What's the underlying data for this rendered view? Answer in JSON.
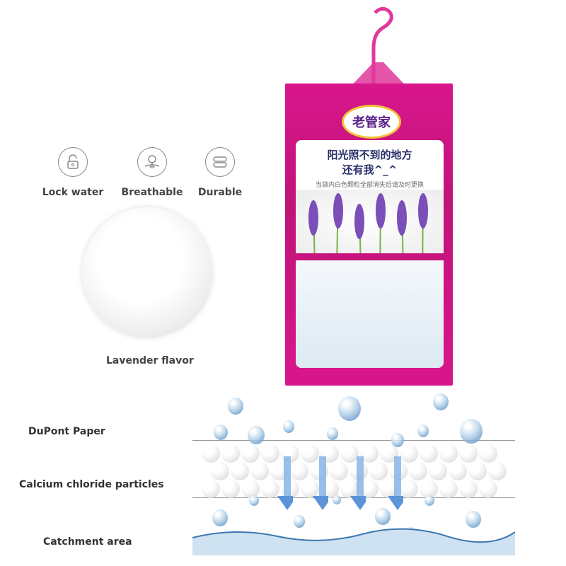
{
  "features": [
    {
      "label": "Lock water",
      "icon": "lock-icon"
    },
    {
      "label": "Breathable",
      "icon": "breathable-icon"
    },
    {
      "label": "Durable",
      "icon": "layers-icon"
    }
  ],
  "flavor_label": "Lavender flavor",
  "product": {
    "brand": "老管家",
    "headline_1": "阳光照不到的地方",
    "headline_2": "还有我^_^",
    "subtext": "当袋内白色颗粒全部消失后请及时更换",
    "color": "#d9168c"
  },
  "layers": {
    "paper": "DuPont Paper",
    "particles": "Calcium chloride particles",
    "catchment": "Catchment area"
  }
}
